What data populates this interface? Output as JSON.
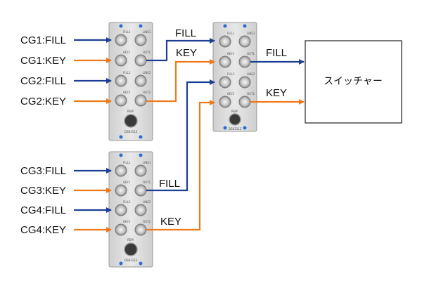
{
  "colors": {
    "fill": "#1c3f95",
    "key": "#f07a1a",
    "panel": "#dcdcdc",
    "panel_edge": "#9a9a9a"
  },
  "inputs_top": [
    "CG1:FILL",
    "CG1:KEY",
    "CG2:FILL",
    "CG2:KEY"
  ],
  "inputs_bottom": [
    "CG3:FILL",
    "CG3:KEY",
    "CG4:FILL",
    "CG4:KEY"
  ],
  "link_labels": {
    "top_fill": "FILL",
    "top_key": "KEY",
    "bottom_fill": "FILL",
    "bottom_key": "KEY",
    "out_fill": "FILL",
    "out_key": "KEY"
  },
  "switcher": {
    "label": "スイッチャー"
  },
  "module": {
    "jack_labels_left": [
      "FILL1",
      "KEY1",
      "FILL2",
      "KEY2"
    ],
    "jack_labels_right": [
      "LINE1",
      "OUT1",
      "LINE2",
      "OUT2"
    ],
    "rem_label": "REM",
    "model_label": "DSK3112"
  },
  "icons": [
    "connector-jack-icon",
    "remote-port-icon",
    "screw-icon",
    "arrow-right-icon"
  ]
}
